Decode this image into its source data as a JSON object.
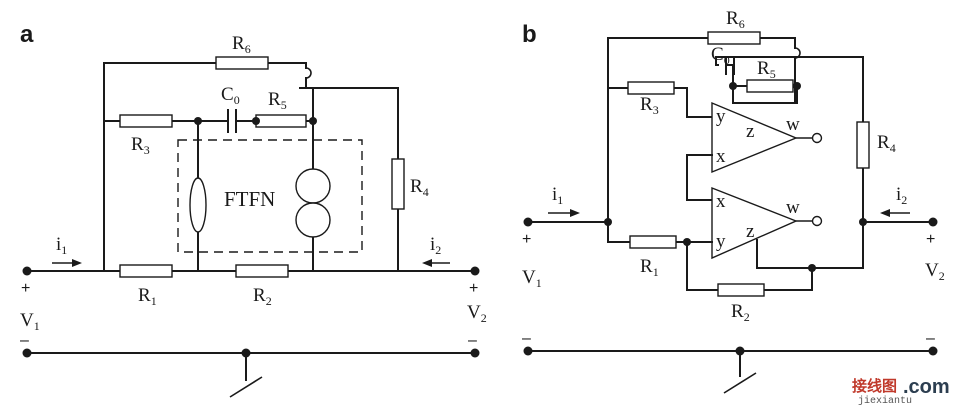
{
  "panel_a": {
    "tag": "a",
    "labels": {
      "R1": "R",
      "R1_sub": "1",
      "R2": "R",
      "R2_sub": "2",
      "R3": "R",
      "R3_sub": "3",
      "R4": "R",
      "R4_sub": "4",
      "R5": "R",
      "R5_sub": "5",
      "R6": "R",
      "R6_sub": "6",
      "C0": "C",
      "C0_sub": "0",
      "box": "FTFN",
      "i1": "i",
      "i1_sub": "1",
      "i2": "i",
      "i2_sub": "2",
      "V1": "V",
      "V1_sub": "1",
      "V2": "V",
      "V2_sub": "2",
      "plus": "+",
      "minus": "–"
    }
  },
  "panel_b": {
    "tag": "b",
    "labels": {
      "R1": "R",
      "R1_sub": "1",
      "R2": "R",
      "R2_sub": "2",
      "R3": "R",
      "R3_sub": "3",
      "R4": "R",
      "R4_sub": "4",
      "R5": "R",
      "R5_sub": "5",
      "R6": "R",
      "R6_sub": "6",
      "C0": "C",
      "C0_sub": "0",
      "i1": "i",
      "i1_sub": "1",
      "i2": "i",
      "i2_sub": "2",
      "V1": "V",
      "V1_sub": "1",
      "V2": "V",
      "V2_sub": "2",
      "plus": "+",
      "minus": "–",
      "y": "y",
      "x": "x",
      "z": "z",
      "w": "w"
    }
  },
  "watermark": {
    "cn": "接线图",
    "com": ".com",
    "url": "jiexiantu"
  }
}
